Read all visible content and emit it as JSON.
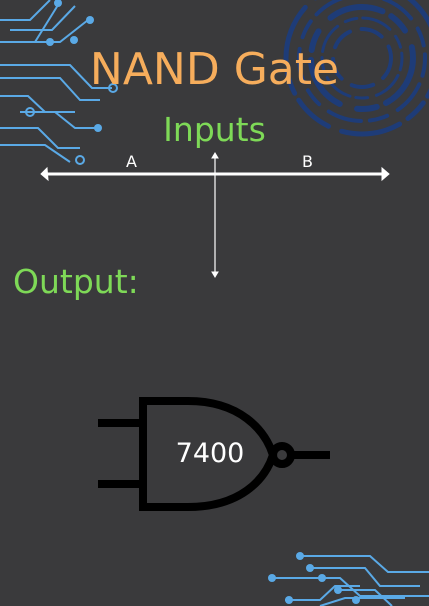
{
  "title": "NAND Gate",
  "inputs_heading": "Inputs",
  "output_heading": "Output:",
  "input_a_label": "A",
  "input_b_label": "B",
  "gate_chip_label": "7400",
  "colors": {
    "background": "#3a3a3c",
    "title": "#f6ad5c",
    "headings": "#7ed957",
    "circuit_decor": "#5aa9e6",
    "ring_decor": "#1e3c78",
    "gate_stroke": "#000000",
    "wire": "#ffffff"
  },
  "icons": [
    "circuit-traces-top-left",
    "circular-ring-decoration",
    "circuit-traces-bottom-right",
    "nand-gate-symbol"
  ]
}
